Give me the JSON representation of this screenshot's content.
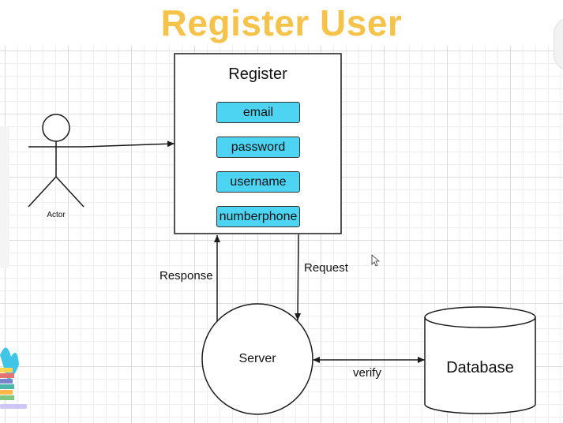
{
  "title": "Register User",
  "register_box": {
    "heading": "Register"
  },
  "fields": [
    "email",
    "password",
    "username",
    "numberphone"
  ],
  "actor": {
    "label": "Actor"
  },
  "server": {
    "label": "Server"
  },
  "database": {
    "label": "Database"
  },
  "edges": {
    "response": "Response",
    "request": "Request",
    "verify": "verify"
  },
  "colors": {
    "title": "#f5c34a",
    "field_fill": "#4dd4f2",
    "stroke": "#1a1a1a",
    "grid": "#dcdcdc"
  }
}
